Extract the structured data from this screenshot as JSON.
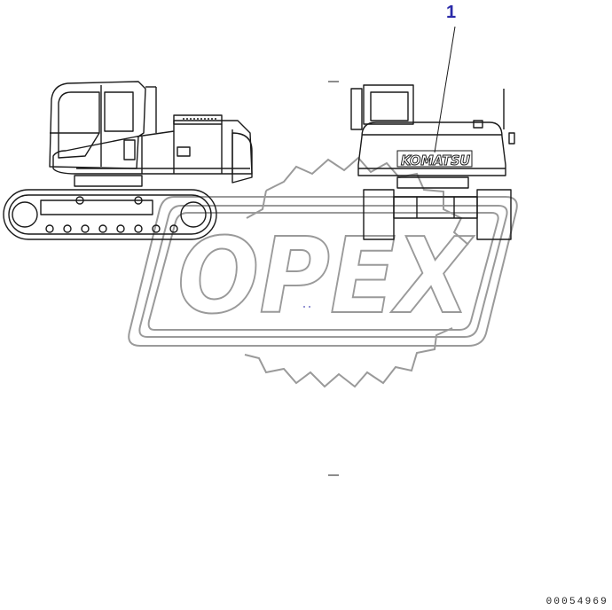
{
  "diagram": {
    "callouts": [
      {
        "id": "1",
        "label": "1"
      }
    ],
    "decal_text": "KOMATSU",
    "watermark_text": "OPEX",
    "document_number": "00054969",
    "colors": {
      "line": "#1a1a1a",
      "watermark": "#9a9a9a",
      "callout": "#2a2aa8",
      "background": "#ffffff"
    }
  }
}
